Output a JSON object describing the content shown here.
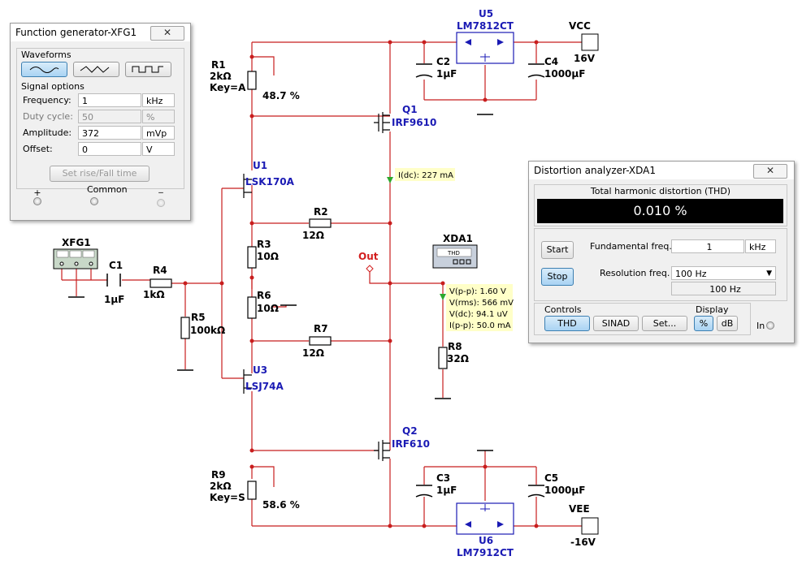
{
  "schematic": {
    "colors": {
      "wire": "#c81e1e",
      "component": "#000000",
      "label": "#1a1ab4",
      "probe_bg": "#ffffc8",
      "probe_arrow": "#2da82d"
    },
    "components": {
      "u5": {
        "ref": "U5",
        "part": "LM7812CT"
      },
      "u6": {
        "ref": "U6",
        "part": "LM7912CT"
      },
      "vcc": {
        "name": "VCC",
        "value": "16V"
      },
      "vee": {
        "name": "VEE",
        "value": "-16V"
      },
      "c2": {
        "ref": "C2",
        "value": "1µF"
      },
      "c4": {
        "ref": "C4",
        "value": "1000µF"
      },
      "c3": {
        "ref": "C3",
        "value": "1µF"
      },
      "c5": {
        "ref": "C5",
        "value": "1000µF"
      },
      "r1": {
        "ref": "R1",
        "value": "2kΩ",
        "key": "Key=A",
        "percent": "48.7 %"
      },
      "r9": {
        "ref": "R9",
        "value": "2kΩ",
        "key": "Key=S",
        "percent": "58.6 %"
      },
      "q1": {
        "ref": "Q1",
        "part": "IRF9610"
      },
      "q2": {
        "ref": "Q2",
        "part": "IRF610"
      },
      "u1": {
        "ref": "U1",
        "part": "LSK170A"
      },
      "u3": {
        "ref": "U3",
        "part": "LSJ74A"
      },
      "r2": {
        "ref": "R2",
        "value": "12Ω"
      },
      "r7": {
        "ref": "R7",
        "value": "12Ω"
      },
      "r3": {
        "ref": "R3",
        "value": "10Ω"
      },
      "r6": {
        "ref": "R6",
        "value": "10Ω"
      },
      "r4": {
        "ref": "R4",
        "value": "1kΩ"
      },
      "r5": {
        "ref": "R5",
        "value": "100kΩ"
      },
      "r8": {
        "ref": "R8",
        "value": "32Ω"
      },
      "c1": {
        "ref": "C1",
        "value": "1µF"
      },
      "xfg1": {
        "ref": "XFG1"
      },
      "xda1": {
        "ref": "XDA1",
        "screen": "THD"
      },
      "out": {
        "label": "Out"
      }
    },
    "probe_idc": "I(dc): 227 mA",
    "probe_out": [
      "V(p-p): 1.60 V",
      "V(rms): 566 mV",
      "V(dc): 94.1 uV",
      "I(p-p): 50.0 mA"
    ]
  },
  "function_generator": {
    "title": "Function generator-XFG1",
    "close_icon": "close-x-icon",
    "waveforms_label": "Waveforms",
    "waveforms": [
      "sine",
      "triangle",
      "square"
    ],
    "selected_waveform": "sine",
    "signal_options_label": "Signal options",
    "fields": [
      {
        "label": "Frequency:",
        "value": "1",
        "unit": "kHz",
        "disabled": false
      },
      {
        "label": "Duty cycle:",
        "value": "50",
        "unit": "%",
        "disabled": true
      },
      {
        "label": "Amplitude:",
        "value": "372",
        "unit": "mVp",
        "disabled": false
      },
      {
        "label": "Offset:",
        "value": "0",
        "unit": "V",
        "disabled": false
      }
    ],
    "rise_fall_button": "Set rise/Fall time",
    "terminals": {
      "plus": "+",
      "common": "Common",
      "minus": "_"
    }
  },
  "distortion_analyzer": {
    "title": "Distortion analyzer-XDA1",
    "thd_label": "Total harmonic distortion (THD)",
    "thd_value": "0.010 %",
    "start_button": "Start",
    "stop_button": "Stop",
    "fundamental_label": "Fundamental freq.",
    "fundamental_value": "1",
    "fundamental_unit": "kHz",
    "resolution_label": "Resolution freq.",
    "resolution_value": "100 Hz",
    "resolution_display": "100 Hz",
    "controls_label": "Controls",
    "controls": [
      "THD",
      "SINAD",
      "Set..."
    ],
    "selected_control": "THD",
    "display_label": "Display",
    "display_options": [
      "%",
      "dB"
    ],
    "selected_display": "%",
    "in_label": "In"
  }
}
